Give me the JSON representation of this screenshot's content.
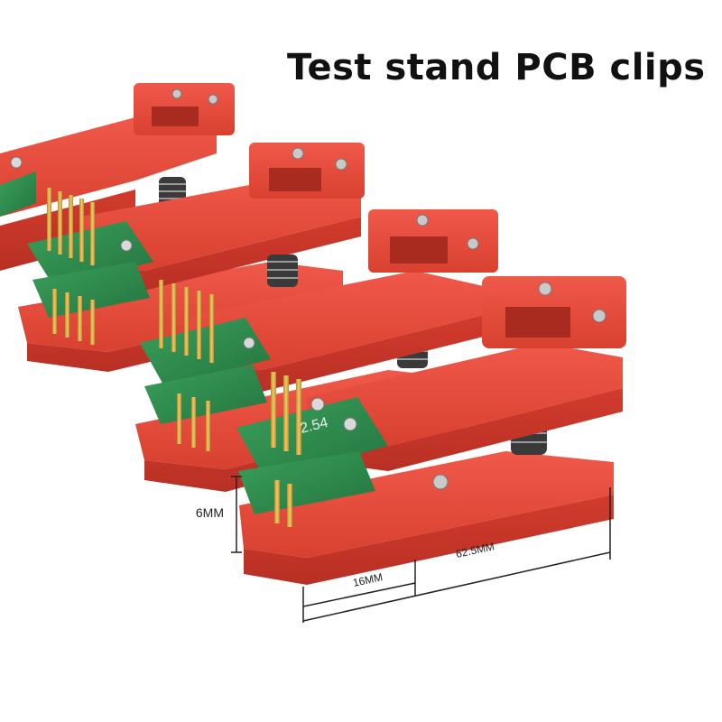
{
  "title": "Test stand PCB clips",
  "dimensions": {
    "height_label": "6MM",
    "width_label": "16MM",
    "length_label": "62.5MM"
  },
  "pcb_marking": "2.54",
  "colors": {
    "clip_red": "#e84a3c",
    "clip_shadow": "#c6382d",
    "pcb_green": "#2f8f4e",
    "pin_gold": "#d8a93a",
    "spring_dark": "#3a3a3a",
    "background": "#ffffff"
  }
}
